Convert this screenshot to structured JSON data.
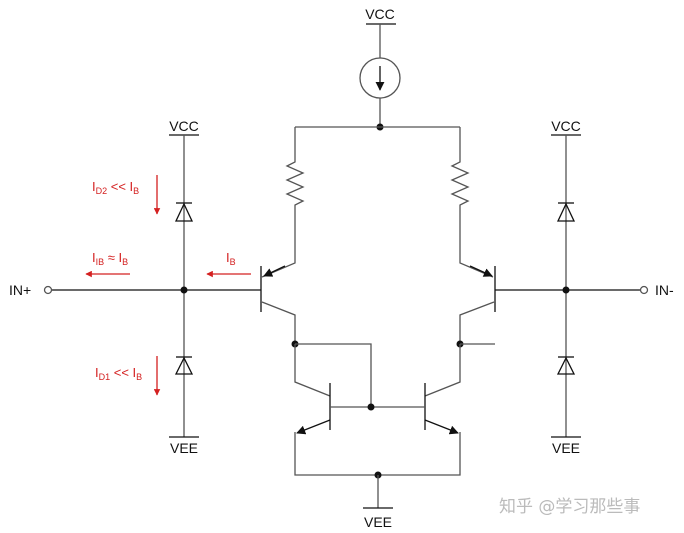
{
  "labels": {
    "vcc_top": "VCC",
    "vcc_left": "VCC",
    "vcc_right": "VCC",
    "vee_left": "VEE",
    "vee_right": "VEE",
    "vee_bottom": "VEE",
    "in_plus": "IN+",
    "in_minus": "IN-"
  },
  "annotations": {
    "id2": {
      "main": "I",
      "sub": "D2",
      "rel": " << I",
      "sub2": "B"
    },
    "iib": {
      "main": "I",
      "sub": "IB",
      "rel": " ≈ I",
      "sub2": "B"
    },
    "ib": {
      "main": "I",
      "sub": "B"
    },
    "id1": {
      "main": "I",
      "sub": "D1",
      "rel": " << I",
      "sub2": "B"
    }
  },
  "watermark": "知乎 @学习那些事",
  "colors": {
    "annotation": "#d42020",
    "wire": "#555555"
  }
}
